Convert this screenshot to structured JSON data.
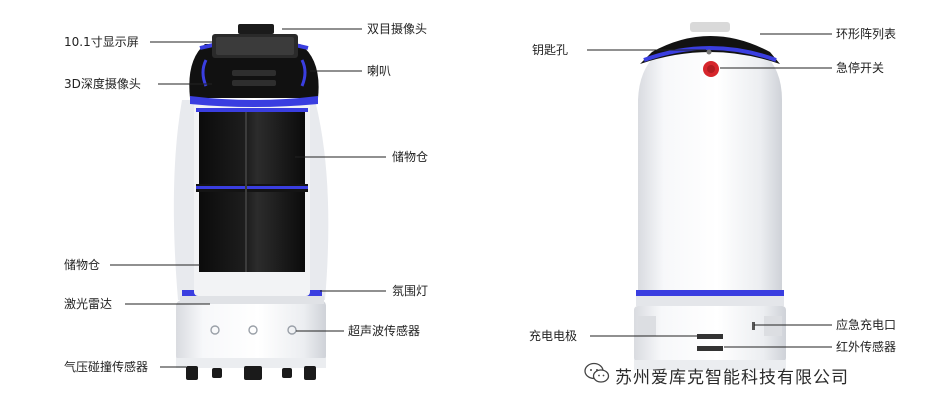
{
  "labels": {
    "screen": "10.1寸显示屏",
    "depth_camera": "3D深度摄像头",
    "storage_left": "储物仓",
    "lidar": "激光雷达",
    "pressure_sensor": "气压碰撞传感器",
    "stereo_camera": "双目摄像头",
    "speaker": "喇叭",
    "storage_right": "储物仓",
    "ambient_light": "氛围灯",
    "ultrasonic": "超声波传感器",
    "keyhole": "钥匙孔",
    "charge_electrode": "充电电极",
    "ring_array": "环形阵列表",
    "emergency_stop": "急停开关",
    "emergency_charge_port": "应急充电口",
    "infrared_sensor": "红外传感器"
  },
  "watermark": {
    "text": "苏州爱库克智能科技有限公司",
    "icon": "wechat-icon"
  },
  "colors": {
    "robot_blue": "#3a3ee0",
    "robot_black": "#141414",
    "robot_white": "#f4f5f7",
    "stop_red": "#d6262c"
  }
}
